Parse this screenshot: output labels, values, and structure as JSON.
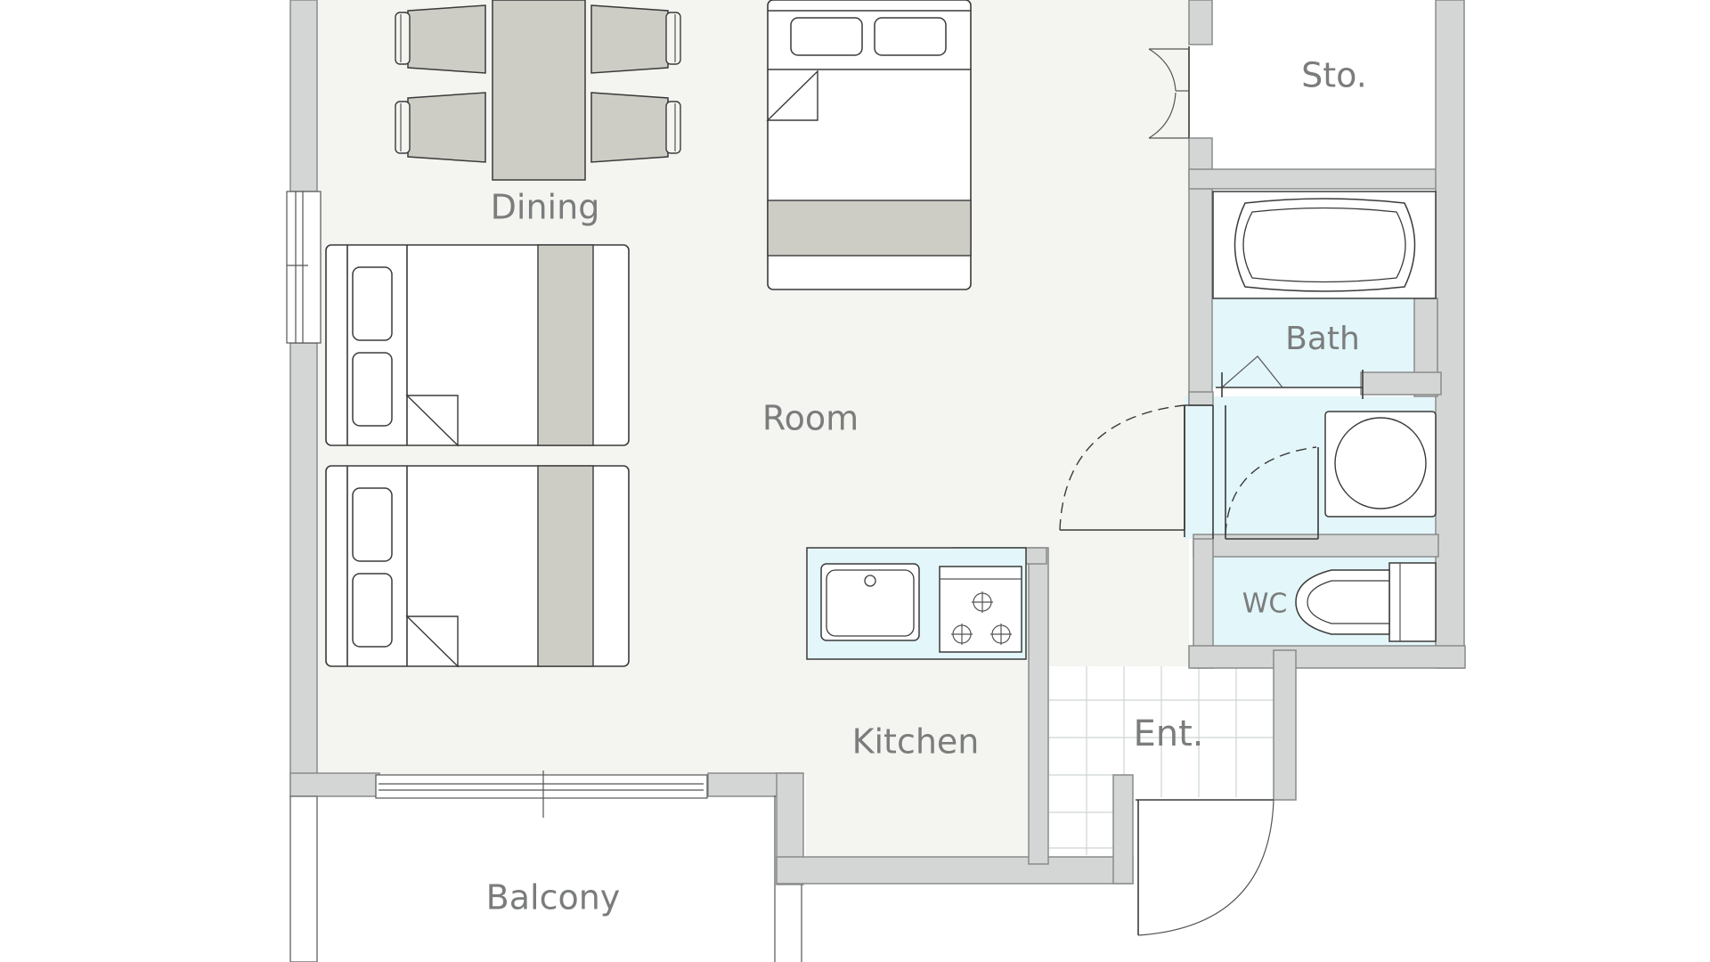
{
  "colors": {
    "floor": "#f4f4f1",
    "wall": "#d4d5d5",
    "wet_area": "#e3f6fa",
    "furniture_fill": "#ffffff",
    "furniture_accent": "#cdcdc6",
    "label": "#7a7d7c"
  },
  "labels": {
    "dining": "Dining",
    "room": "Room",
    "kitchen": "Kitchen",
    "balcony": "Balcony",
    "storage": "Sto.",
    "bath": "Bath",
    "wc": "WC",
    "entrance": "Ent."
  },
  "icons": [
    "dining-table-icon",
    "chair-icon",
    "bed-icon",
    "sink-icon",
    "stove-burner-icon",
    "bathtub-icon",
    "washing-machine-icon",
    "toilet-icon",
    "door-swing-icon",
    "window-icon"
  ]
}
